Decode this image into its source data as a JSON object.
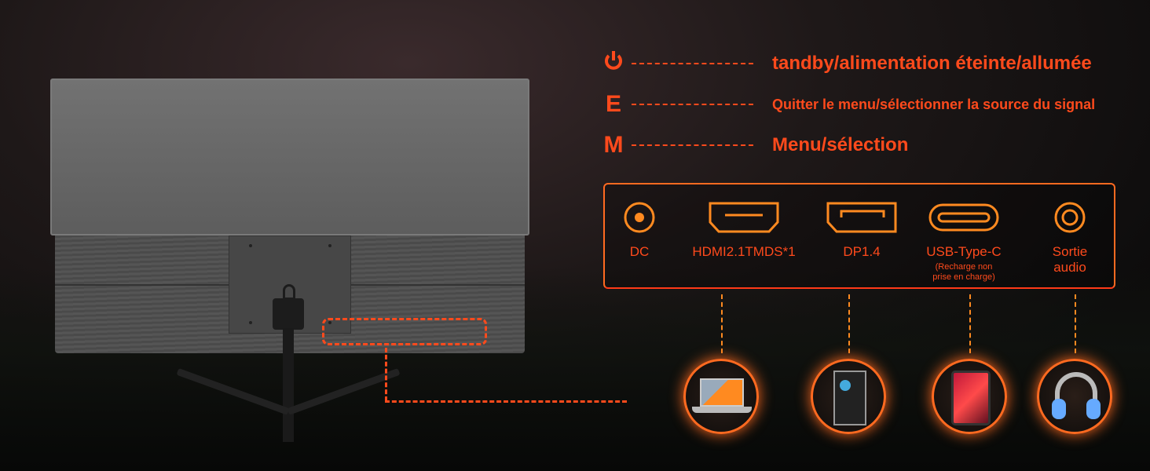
{
  "buttons": [
    {
      "key": "power-icon",
      "label": "tandby/alimentation éteinte/allumée"
    },
    {
      "key": "E",
      "label": "Quitter le menu/sélectionner la source du signal"
    },
    {
      "key": "M",
      "label": "Menu/sélection"
    }
  ],
  "ports": [
    {
      "icon": "dc-jack-icon",
      "label": "DC"
    },
    {
      "icon": "hdmi-port-icon",
      "label": "HDMI2.1TMDS*1"
    },
    {
      "icon": "displayport-icon",
      "label": "DP1.4"
    },
    {
      "icon": "usb-c-icon",
      "label": "USB-Type-C",
      "note1": "(Recharge non",
      "note2": "prise en charge)"
    },
    {
      "icon": "audio-jack-icon",
      "label": "Sortie",
      "label2": "audio"
    }
  ],
  "devices": [
    "laptop-icon",
    "desktop-pc-icon",
    "tablet-icon",
    "headset-icon"
  ],
  "colors": {
    "accent": "#ff4a1c",
    "outline": "#ff6a20"
  }
}
